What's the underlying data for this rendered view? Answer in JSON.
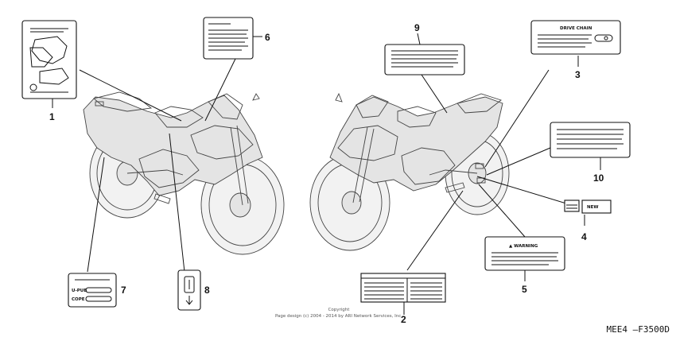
{
  "diagram": {
    "code": "MEE4 —F3500D",
    "copyright_line1": "Copyright",
    "copyright_line2": "Page design (c) 2004 - 2014 by ARI Network Services, Inc."
  },
  "labels": [
    {
      "number": "1"
    },
    {
      "number": "2"
    },
    {
      "number": "3",
      "text": "DRIVE CHAIN"
    },
    {
      "number": "4",
      "text": "NEW"
    },
    {
      "number": "5",
      "text": "▲ WARNING"
    },
    {
      "number": "6"
    },
    {
      "number": "7",
      "text_top": "U-PUB",
      "text_bottom": "COPE"
    },
    {
      "number": "8"
    },
    {
      "number": "9"
    },
    {
      "number": "10"
    }
  ]
}
